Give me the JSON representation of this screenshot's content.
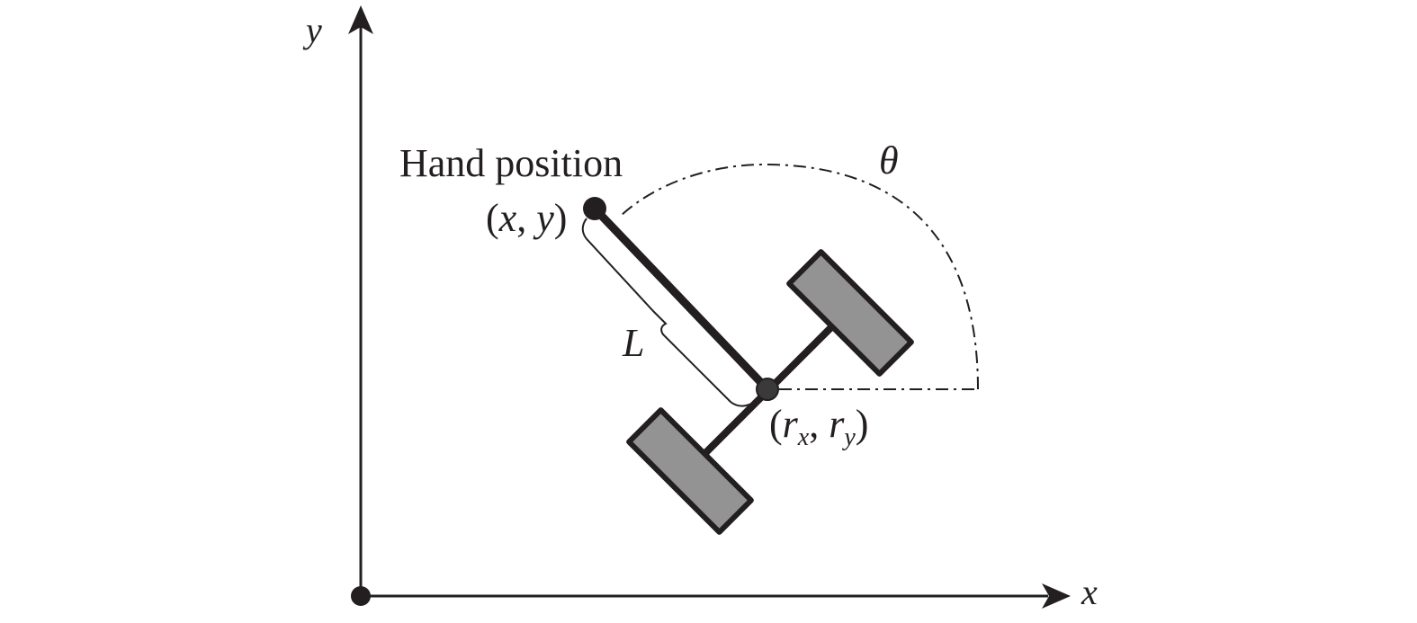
{
  "axes": {
    "x_label": "x",
    "y_label": "y"
  },
  "labels": {
    "hand_position": "Hand position",
    "hand_coord_open": "(",
    "hand_coord_x": "x",
    "hand_coord_sep": ", ",
    "hand_coord_y": "y",
    "hand_coord_close": ")",
    "length": "L",
    "angle": "θ",
    "robot_coord_open": "(",
    "robot_coord_rx": "r",
    "robot_coord_rx_sub": "x",
    "robot_coord_sep": ", ",
    "robot_coord_ry": "r",
    "robot_coord_ry_sub": "y",
    "robot_coord_close": ")"
  },
  "colors": {
    "ink": "#231f20",
    "wheel_fill": "#939393"
  }
}
